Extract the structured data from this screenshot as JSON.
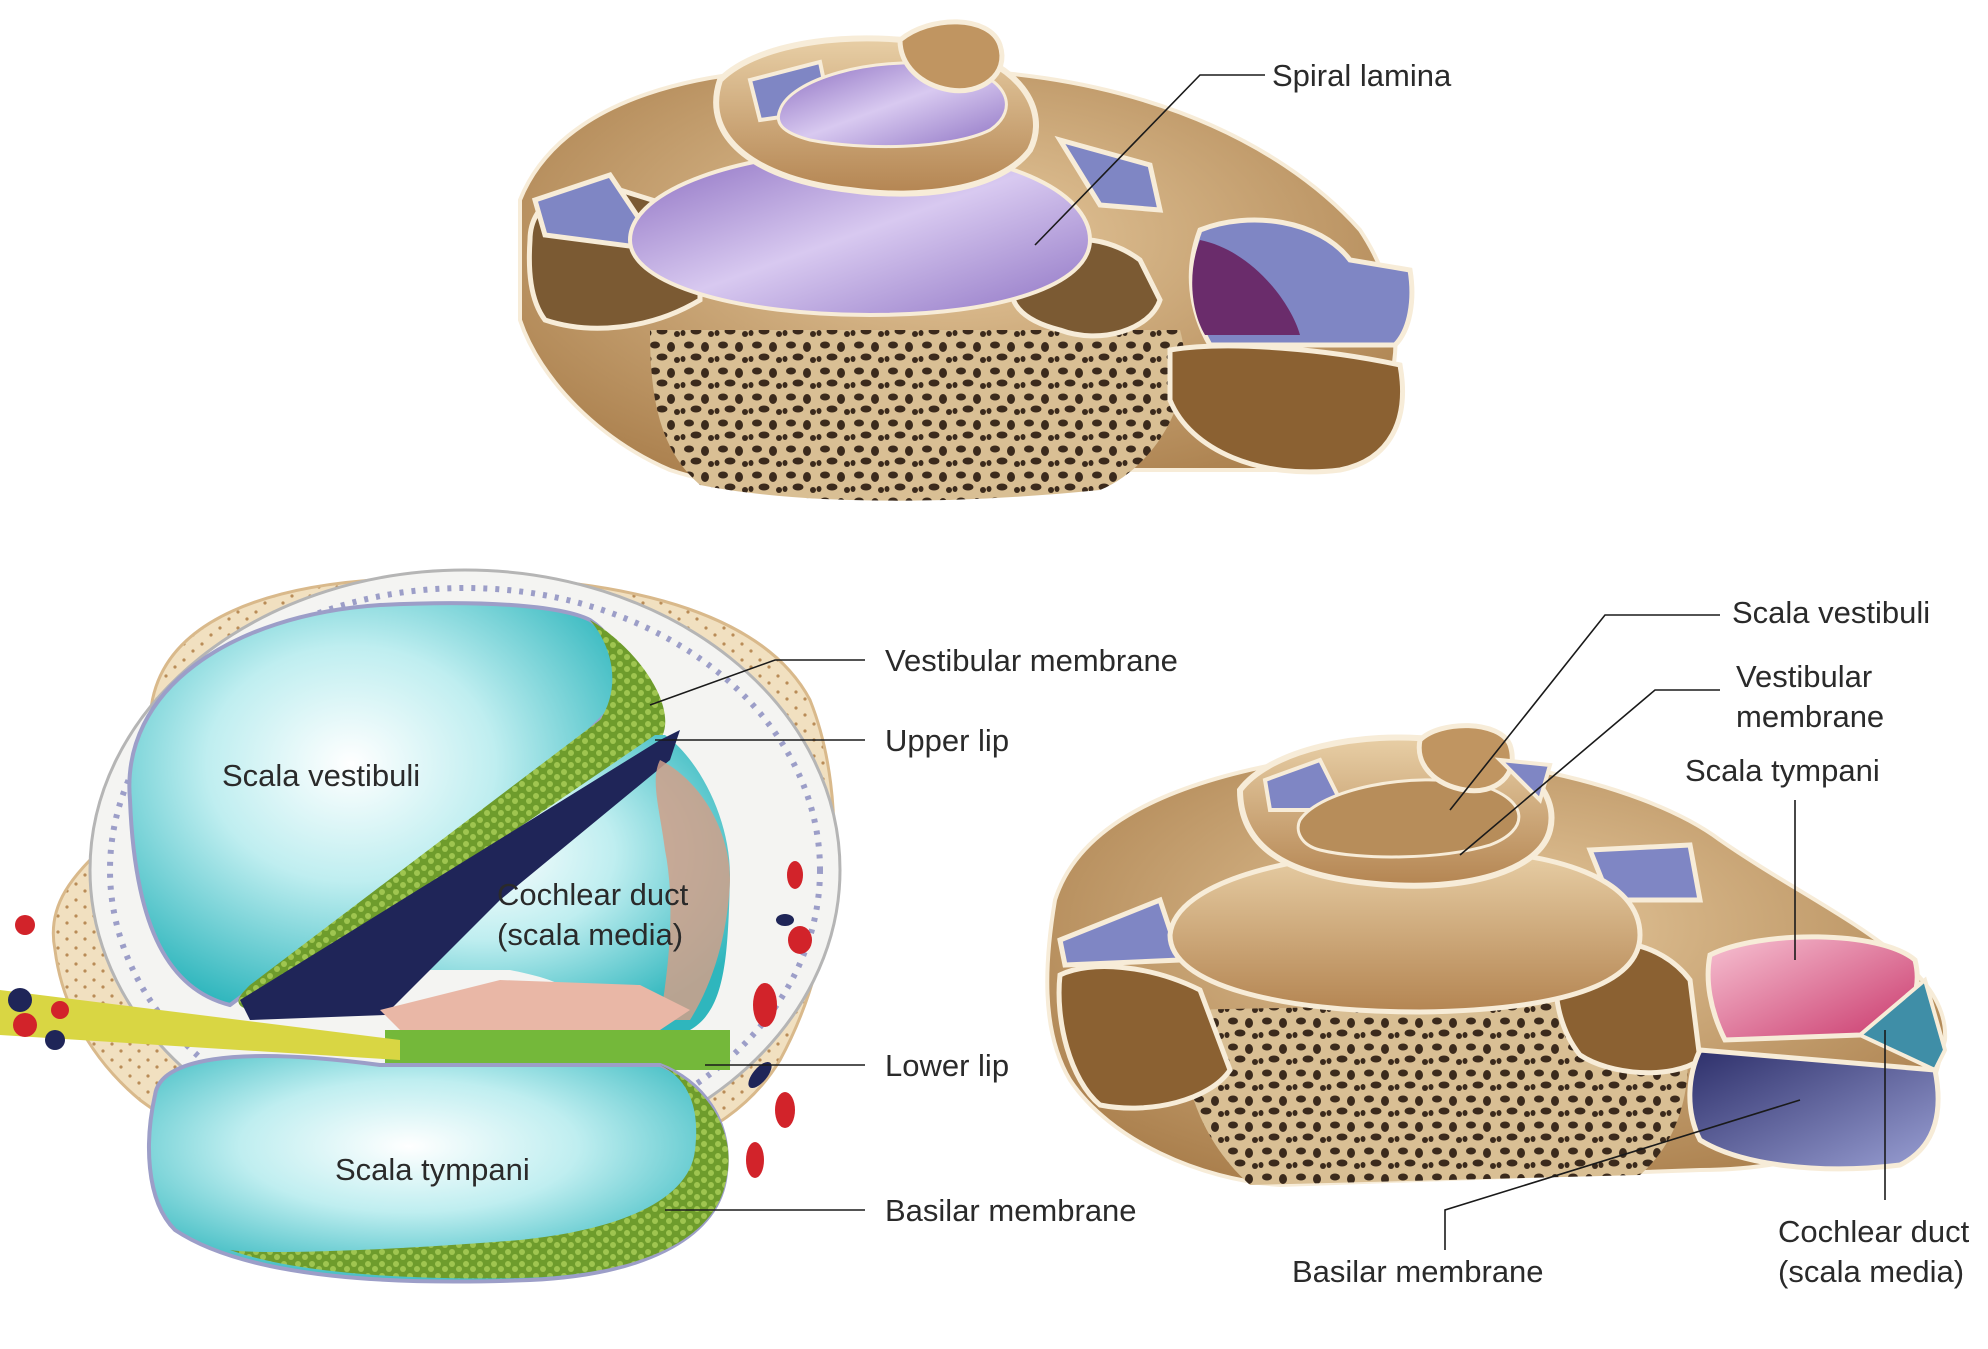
{
  "labels": {
    "spiral_lamina": "Spiral lamina",
    "vestibular_membrane_left": "Vestibular membrane",
    "upper_lip": "Upper lip",
    "lower_lip": "Lower lip",
    "basilar_membrane_left": "Basilar membrane",
    "scala_vestibuli_left": "Scala vestibuli",
    "cochlear_duct_left_1": "Cochlear duct",
    "cochlear_duct_left_2": "(scala media)",
    "scala_tympani_left": "Scala tympani",
    "scala_vestibuli_right": "Scala vestibuli",
    "vestibular_membrane_right_1": "Vestibular",
    "vestibular_membrane_right_2": "membrane",
    "scala_tympani_right": "Scala tympani",
    "cochlear_duct_right_1": "Cochlear duct",
    "cochlear_duct_right_2": "(scala media)",
    "basilar_membrane_right": "Basilar membrane"
  },
  "colors": {
    "bone": "#c9a574",
    "bone_dark": "#8a6238",
    "spiral_lamina": "#a98fd0",
    "chamber_blue": "#7f86c4",
    "fluid_cyan": "#3fc2c8",
    "tissue_green": "#6a9a2e",
    "scala_tympani_pink": "#d85a86",
    "basilar_blue": "#4a4f8e",
    "vessel_red": "#d2232a",
    "nerve_yellow": "#d8d43a"
  }
}
